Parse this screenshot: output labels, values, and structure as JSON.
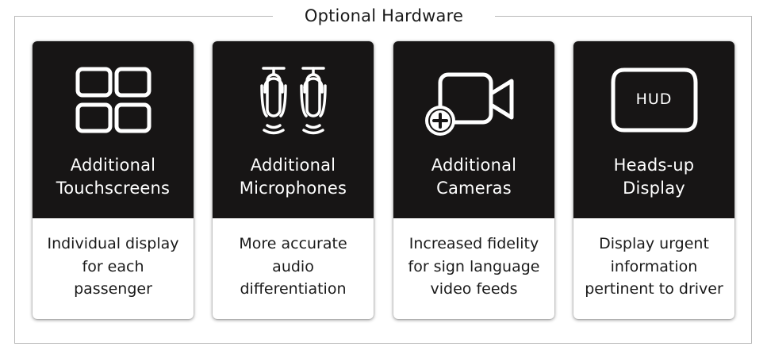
{
  "section": {
    "title": "Optional Hardware"
  },
  "cards": [
    {
      "title": "Additional\nTouchscreens",
      "description": "Individual display\nfor each\npassenger",
      "icon": "touchscreens-grid-icon"
    },
    {
      "title": "Additional\nMicrophones",
      "description": "More accurate\naudio\ndifferentiation",
      "icon": "microphones-icon"
    },
    {
      "title": "Additional\nCameras",
      "description": "Increased fidelity\nfor sign language\nvideo feeds",
      "icon": "add-camera-icon"
    },
    {
      "title": "Heads-up\nDisplay",
      "description": "Display urgent\ninformation\npertinent to driver",
      "icon": "hud-icon",
      "icon_label": "HUD"
    }
  ],
  "colors": {
    "card_header": "#171515",
    "icon_stroke": "#ffffff",
    "frame_border": "#b9b9b9"
  }
}
